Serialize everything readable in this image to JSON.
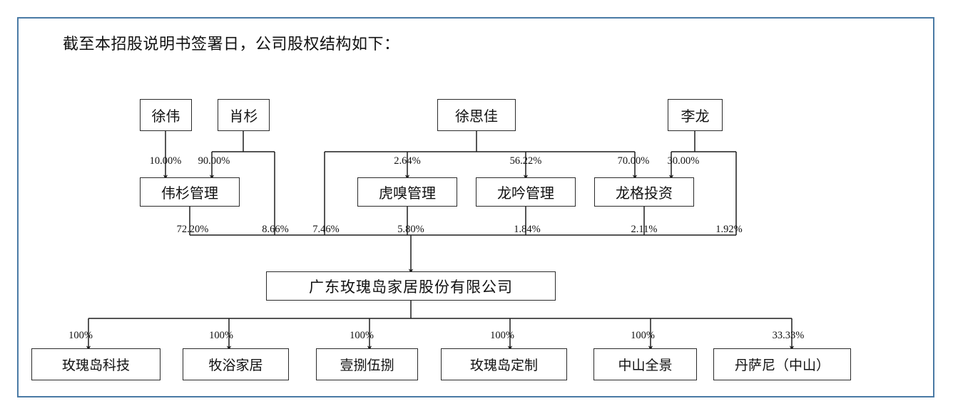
{
  "document": {
    "title": "截至本招股说明书签署日，公司股权结构如下：",
    "border_color": "#4a7aa5",
    "line_color": "#2b2b2b"
  },
  "chart_data": {
    "type": "diagram",
    "title": "截至本招股说明书签署日，公司股权结构如下：",
    "diagram_kind": "equity-ownership-structure",
    "levels": [
      {
        "level": 1,
        "name": "shareholders",
        "nodes": [
          {
            "id": "xuwei",
            "label": "徐伟"
          },
          {
            "id": "xiaoshan",
            "label": "肖杉"
          },
          {
            "id": "xusijia",
            "label": "徐思佳"
          },
          {
            "id": "lilong",
            "label": "李龙"
          }
        ]
      },
      {
        "level": 2,
        "name": "holding-platforms",
        "nodes": [
          {
            "id": "weishan",
            "label": "伟杉管理"
          },
          {
            "id": "huxiu",
            "label": "虎嗅管理"
          },
          {
            "id": "longyin",
            "label": "龙吟管理"
          },
          {
            "id": "longge",
            "label": "龙格投资"
          }
        ]
      },
      {
        "level": 3,
        "name": "issuer",
        "nodes": [
          {
            "id": "issuer",
            "label": "广东玫瑰岛家居股份有限公司"
          }
        ]
      },
      {
        "level": 4,
        "name": "subsidiaries",
        "nodes": [
          {
            "id": "sub1",
            "label": "玫瑰岛科技"
          },
          {
            "id": "sub2",
            "label": "牧浴家居"
          },
          {
            "id": "sub3",
            "label": "壹捌伍捌"
          },
          {
            "id": "sub4",
            "label": "玫瑰岛定制"
          },
          {
            "id": "sub5",
            "label": "中山全景"
          },
          {
            "id": "sub6",
            "label": "丹萨尼（中山）"
          }
        ]
      }
    ],
    "edges": [
      {
        "from": "xuwei",
        "to": "weishan",
        "value": "10.00%"
      },
      {
        "from": "xiaoshan",
        "to": "weishan",
        "value": "90.00%"
      },
      {
        "from": "xusijia",
        "to": "huxiu",
        "value": "2.64%"
      },
      {
        "from": "xusijia",
        "to": "longyin",
        "value": "56.22%"
      },
      {
        "from": "xusijia",
        "to": "longge",
        "value": "70.00%"
      },
      {
        "from": "lilong",
        "to": "longge",
        "value": "30.00%"
      },
      {
        "from": "weishan",
        "to": "issuer",
        "value": "72.20%"
      },
      {
        "from": "xiaoshan",
        "to": "issuer",
        "value": "8.66%"
      },
      {
        "from": "xusijia",
        "to": "issuer",
        "value": "7.46%"
      },
      {
        "from": "huxiu",
        "to": "issuer",
        "value": "5.80%"
      },
      {
        "from": "longyin",
        "to": "issuer",
        "value": "1.84%"
      },
      {
        "from": "longge",
        "to": "issuer",
        "value": "2.11%"
      },
      {
        "from": "lilong",
        "to": "issuer",
        "value": "1.92%"
      },
      {
        "from": "issuer",
        "to": "sub1",
        "value": "100%"
      },
      {
        "from": "issuer",
        "to": "sub2",
        "value": "100%"
      },
      {
        "from": "issuer",
        "to": "sub3",
        "value": "100%"
      },
      {
        "from": "issuer",
        "to": "sub4",
        "value": "100%"
      },
      {
        "from": "issuer",
        "to": "sub5",
        "value": "100%"
      },
      {
        "from": "issuer",
        "to": "sub6",
        "value": "33.33%"
      }
    ]
  },
  "nodes": {
    "xuwei": "徐伟",
    "xiaoshan": "肖杉",
    "xusijia": "徐思佳",
    "lilong": "李龙",
    "weishan": "伟杉管理",
    "huxiu": "虎嗅管理",
    "longyin": "龙吟管理",
    "longge": "龙格投资",
    "issuer": "广东玫瑰岛家居股份有限公司",
    "sub1": "玫瑰岛科技",
    "sub2": "牧浴家居",
    "sub3": "壹捌伍捌",
    "sub4": "玫瑰岛定制",
    "sub5": "中山全景",
    "sub6": "丹萨尼（中山）"
  },
  "percent_labels": {
    "p10": "10.00%",
    "p90": "90.00%",
    "p264": "2.64%",
    "p5622": "56.22%",
    "p70": "70.00%",
    "p30": "30.00%",
    "p7220": "72.20%",
    "p866": "8.66%",
    "p746": "7.46%",
    "p580": "5.80%",
    "p184": "1.84%",
    "p211": "2.11%",
    "p192": "1.92%",
    "s1": "100%",
    "s2": "100%",
    "s3": "100%",
    "s4": "100%",
    "s5": "100%",
    "s6": "33.33%"
  }
}
